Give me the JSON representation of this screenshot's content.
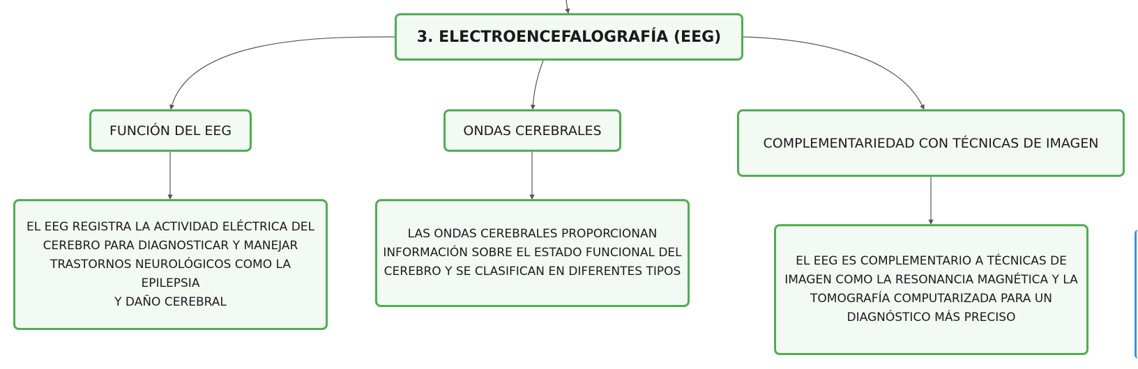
{
  "colors": {
    "node_border": "#4caf50",
    "node_fill": "#f3faf3",
    "connector": "#555555",
    "scroll_edge": "#3b8fe0"
  },
  "root": {
    "label": "3. ELECTROENCEFALOGRAFÍA (EEG)"
  },
  "topics": [
    {
      "label": "FUNCIÓN DEL EEG",
      "detail": "EL EEG REGISTRA LA ACTIVIDAD ELÉCTRICA DEL\nCEREBRO PARA DIAGNOSTICAR Y MANEJAR\nTRASTORNOS NEUROLÓGICOS COMO LA EPILEPSIA\nY DAÑO CEREBRAL"
    },
    {
      "label": "ONDAS CEREBRALES",
      "detail": "LAS ONDAS CEREBRALES PROPORCIONAN\nINFORMACIÓN SOBRE EL ESTADO FUNCIONAL DEL\nCEREBRO Y SE CLASIFICAN EN DIFERENTES TIPOS"
    },
    {
      "label": "COMPLEMENTARIEDAD CON TÉCNICAS DE IMAGEN",
      "detail": "EL EEG ES COMPLEMENTARIO A TÉCNICAS DE\nIMAGEN COMO LA RESONANCIA MAGNÉTICA Y LA\nTOMOGRAFÍA COMPUTARIZADA PARA UN\nDIAGNÓSTICO MÁS PRECISO"
    }
  ]
}
